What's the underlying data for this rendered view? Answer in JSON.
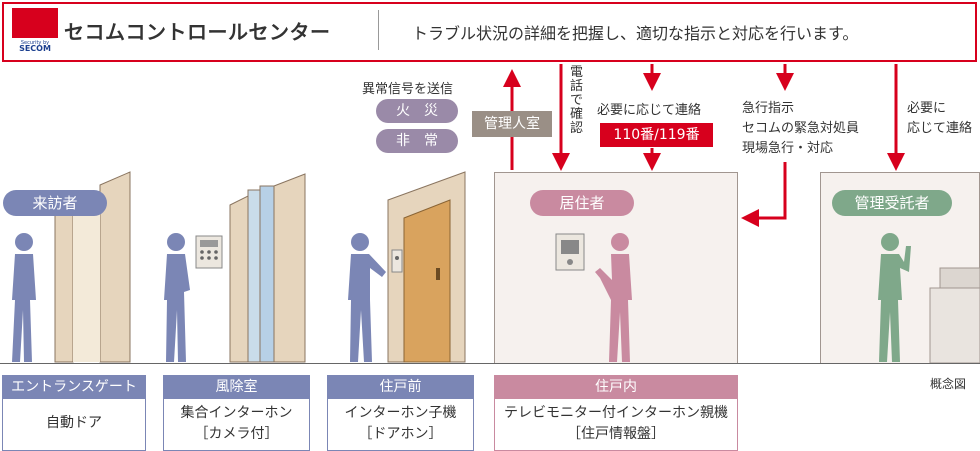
{
  "banner": {
    "logo_text": "SECOM",
    "logo_small": "Security by",
    "center_name": "セコムコントロールセンター",
    "description": "トラブル状況の詳細を把握し、適切な指示と対応を行います。"
  },
  "signals": {
    "emergency_heading": "異常信号を送信",
    "fire_label": "火災",
    "emergency_label": "非常",
    "management_room": "管理人室",
    "phone_confirm": "電話で確認",
    "contact_if_needed": "必要に応じて連絡",
    "emergency_numbers": "110番/119番",
    "dispatch_lines": [
      "急行指示",
      "セコムの緊急対処員",
      "現場急行・対応"
    ],
    "trustee_contact_lines": [
      "必要に",
      "応じて連絡"
    ]
  },
  "roles": {
    "visitor": "来訪者",
    "resident": "居住者",
    "trustee": "管理受託者"
  },
  "locations": [
    {
      "title": "エントランスゲート",
      "lines": [
        "自動ドア"
      ]
    },
    {
      "title": "風除室",
      "lines": [
        "集合インターホン",
        "［カメラ付］"
      ]
    },
    {
      "title": "住戸前",
      "lines": [
        "インターホン子機",
        "［ドアホン］"
      ]
    },
    {
      "title": "住戸内",
      "lines": [
        "テレビモニター付インターホン親機",
        "［住戸情報盤］"
      ]
    }
  ],
  "note": "概念図",
  "colors": {
    "secom_red": "#d7001d",
    "visitor_blue": "#7b86b5",
    "resident_pink": "#c98aa0",
    "trustee_green": "#7fa88a",
    "signal_purple": "#9a8aa8",
    "management_gray": "#9a8f86"
  }
}
